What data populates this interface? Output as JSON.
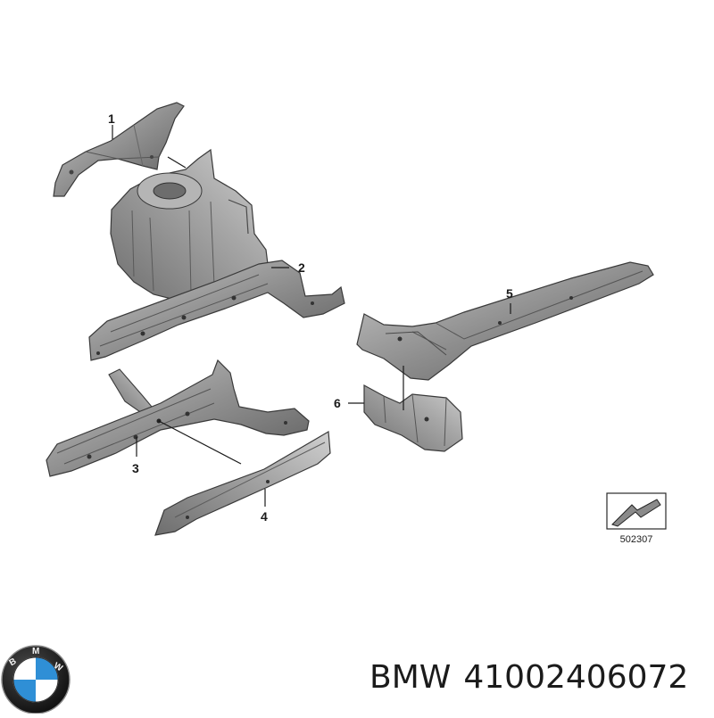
{
  "diagram": {
    "callouts": [
      {
        "id": "1",
        "label": "1"
      },
      {
        "id": "2",
        "label": "2"
      },
      {
        "id": "3",
        "label": "3"
      },
      {
        "id": "4",
        "label": "4"
      },
      {
        "id": "5",
        "label": "5"
      },
      {
        "id": "6",
        "label": "6"
      }
    ],
    "reference_code": "502307"
  },
  "logo": {
    "text": "BMW"
  },
  "caption": {
    "brand": "BMW",
    "part_number": "41002406072"
  },
  "colors": {
    "part_fill": "#8d8d8d",
    "part_light": "#c4c4c4",
    "part_dark": "#505050",
    "outline": "#3a3a3a",
    "logo_blue": "#2f8fd6",
    "logo_ring": "#1c1c1c"
  }
}
